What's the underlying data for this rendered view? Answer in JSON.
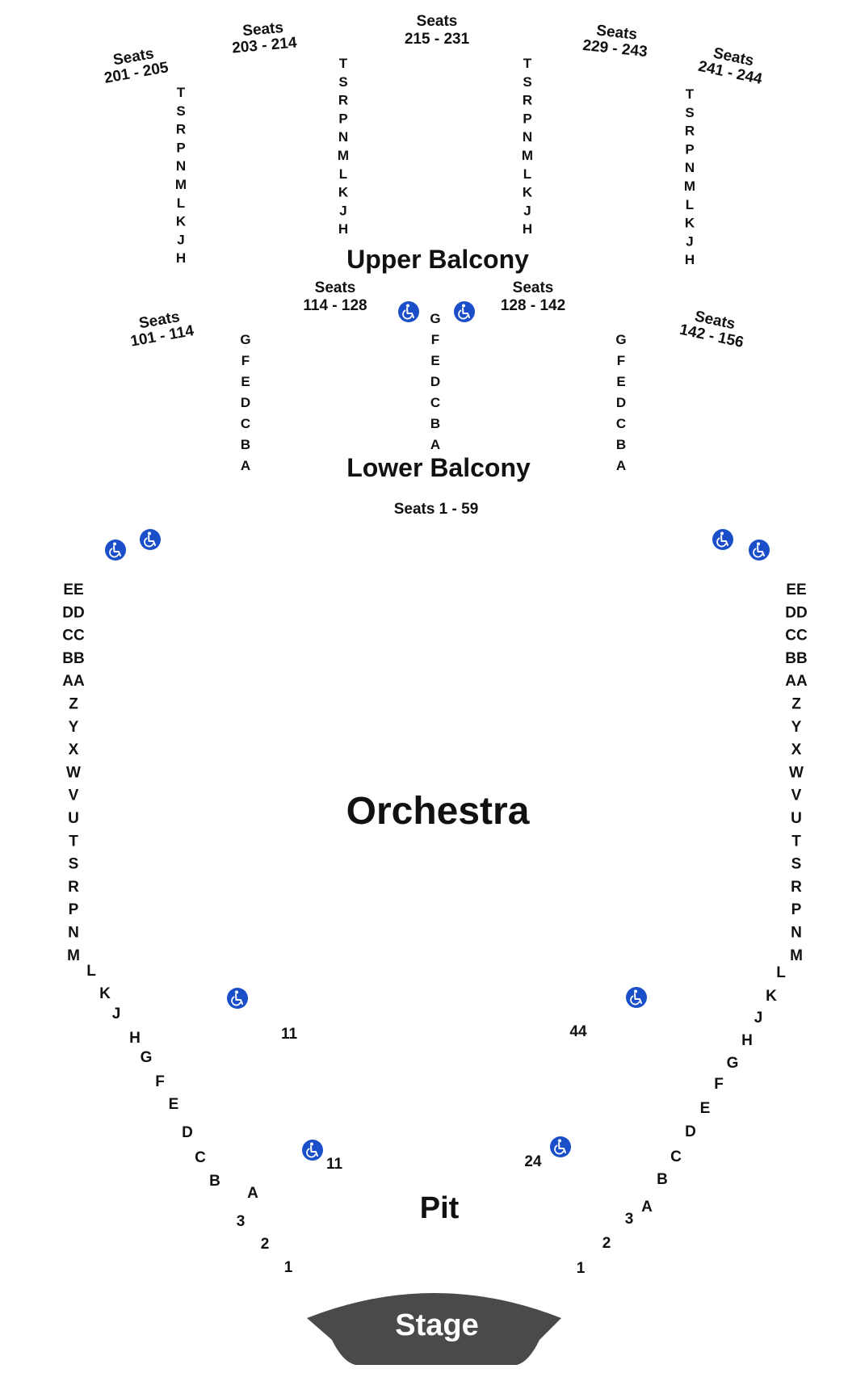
{
  "colors": {
    "accessible": "#1a4fc9",
    "stage": "#4a4a4a",
    "text": "#111111",
    "background": "#ffffff"
  },
  "icons": {
    "accessible": "wheelchair-icon"
  },
  "sections": {
    "upper_balcony": "Upper Balcony",
    "lower_balcony": "Lower Balcony",
    "lower_balcony_seats": "Seats 1 - 59",
    "orchestra": "Orchestra",
    "pit": "Pit",
    "stage": "Stage"
  },
  "seat_labels": {
    "upper_far_left": {
      "line1": "Seats",
      "line2": "201 - 205"
    },
    "upper_left": {
      "line1": "Seats",
      "line2": "203 - 214"
    },
    "upper_center": {
      "line1": "Seats",
      "line2": "215 - 231"
    },
    "upper_right": {
      "line1": "Seats",
      "line2": "229 - 243"
    },
    "upper_far_right": {
      "line1": "Seats",
      "line2": "241 - 244"
    },
    "lower_left": {
      "line1": "Seats",
      "line2": "114 - 128"
    },
    "lower_right": {
      "line1": "Seats",
      "line2": "128 - 142"
    },
    "lower_far_left": {
      "line1": "Seats",
      "line2": "101 - 114"
    },
    "lower_far_right": {
      "line1": "Seats",
      "line2": "142 - 156"
    }
  },
  "rows": {
    "upper": [
      "T",
      "S",
      "R",
      "P",
      "N",
      "M",
      "L",
      "K",
      "J",
      "H"
    ],
    "lower": [
      "G",
      "F",
      "E",
      "D",
      "C",
      "B",
      "A"
    ],
    "orchestra_straight": [
      "EE",
      "DD",
      "CC",
      "BB",
      "AA",
      "Z",
      "Y",
      "X",
      "W",
      "V",
      "U",
      "T",
      "S",
      "R",
      "P",
      "N",
      "M"
    ],
    "orchestra_curve": [
      "L",
      "K",
      "J",
      "H",
      "G",
      "F",
      "E",
      "D",
      "C",
      "B"
    ],
    "pit_a": "A",
    "pit_rows": [
      "3",
      "2",
      "1"
    ]
  },
  "seat_numbers": {
    "orch_left_aisle": "11",
    "orch_right_aisle": "44",
    "front_left": "11",
    "front_right": "24"
  }
}
